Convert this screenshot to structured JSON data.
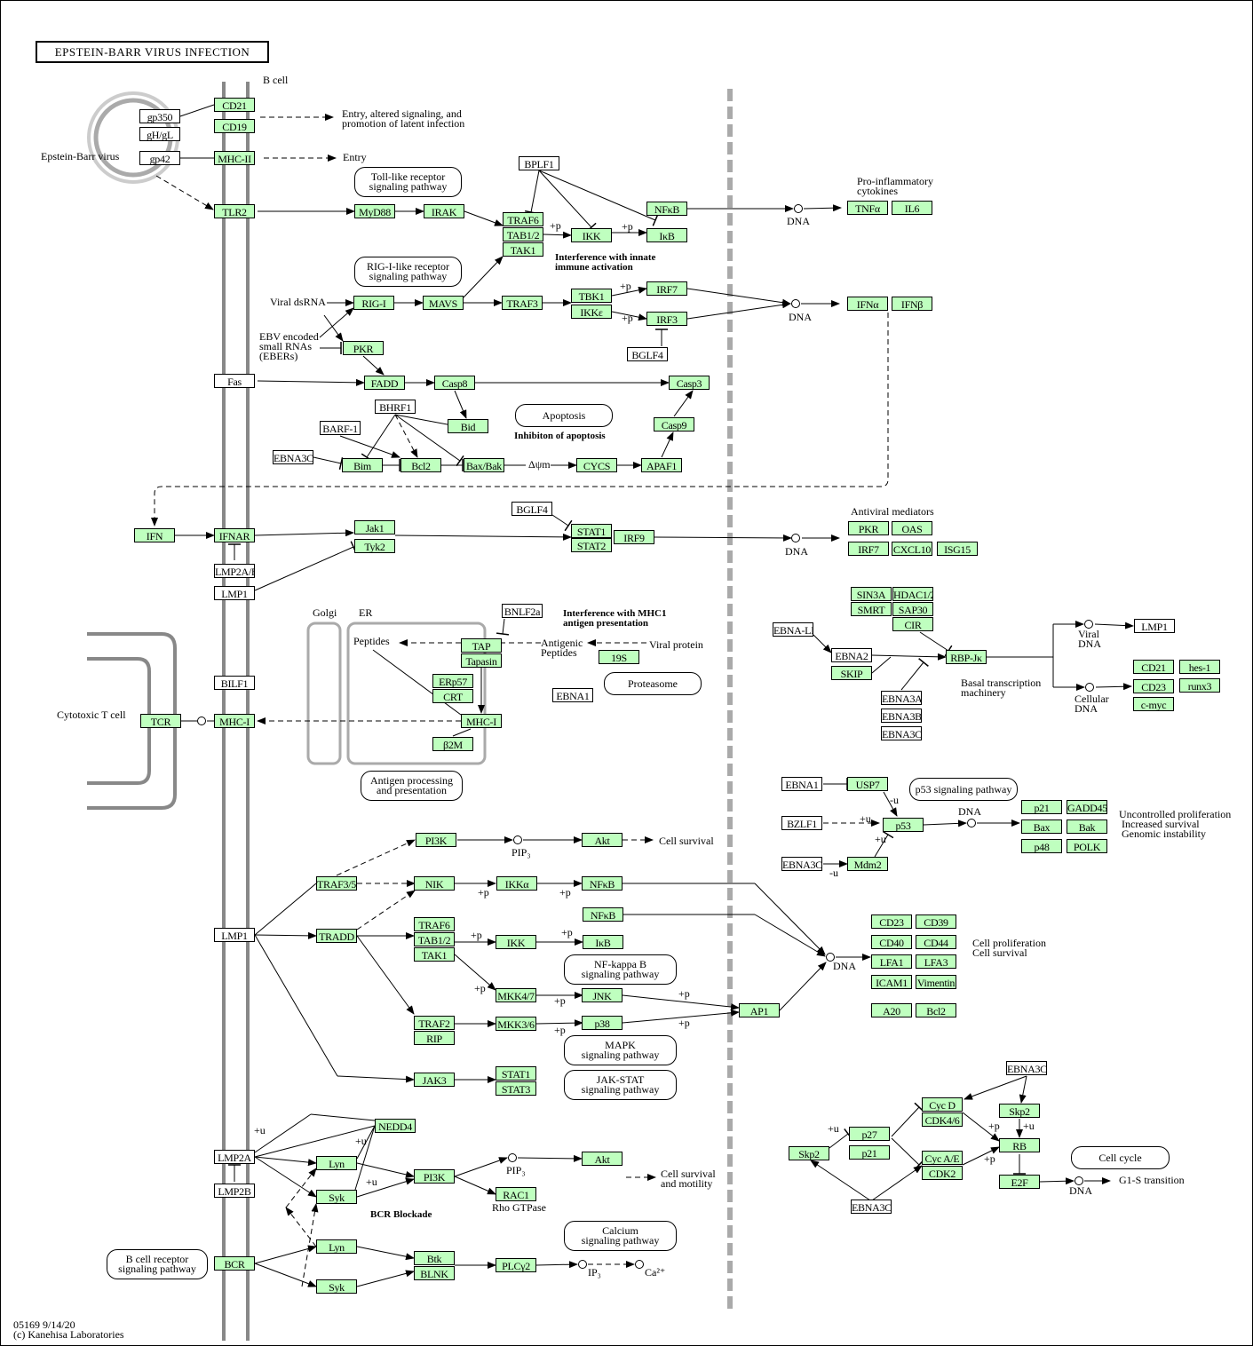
{
  "title": "EPSTEIN-BARR VIRUS INFECTION",
  "colors": {
    "gene_fill": "#bfffbf",
    "viral_fill": "#ffffff",
    "membrane": "#888888",
    "divider": "#aaaaaa"
  },
  "nodes": [
    {
      "label": "gp350",
      "kind": "viral"
    },
    {
      "label": "gH/gL",
      "kind": "viral"
    },
    {
      "label": "gp42",
      "kind": "viral"
    },
    {
      "label": "CD21",
      "kind": "gene"
    },
    {
      "label": "CD19",
      "kind": "gene"
    },
    {
      "label": "MHC-II",
      "kind": "gene"
    },
    {
      "label": "TLR2",
      "kind": "gene"
    },
    {
      "label": "MyD88",
      "kind": "gene"
    },
    {
      "label": "IRAK",
      "kind": "gene"
    },
    {
      "label": "TRAF6",
      "kind": "gene"
    },
    {
      "label": "TAB1/2",
      "kind": "gene"
    },
    {
      "label": "TAK1",
      "kind": "gene"
    },
    {
      "label": "BPLF1",
      "kind": "viral"
    },
    {
      "label": "IKK",
      "kind": "gene"
    },
    {
      "label": "NFκB",
      "kind": "gene"
    },
    {
      "label": "IκB",
      "kind": "gene"
    },
    {
      "label": "TNFα",
      "kind": "gene"
    },
    {
      "label": "IL6",
      "kind": "gene"
    },
    {
      "label": "RIG-I",
      "kind": "gene"
    },
    {
      "label": "MAVS",
      "kind": "gene"
    },
    {
      "label": "TRAF3",
      "kind": "gene"
    },
    {
      "label": "TBK1",
      "kind": "gene"
    },
    {
      "label": "IKKε",
      "kind": "gene"
    },
    {
      "label": "IRF7",
      "kind": "gene"
    },
    {
      "label": "IRF3",
      "kind": "gene"
    },
    {
      "label": "BGLF4",
      "kind": "viral"
    },
    {
      "label": "IFNα",
      "kind": "gene"
    },
    {
      "label": "IFNβ",
      "kind": "gene"
    },
    {
      "label": "PKR",
      "kind": "gene"
    },
    {
      "label": "Fas",
      "kind": "viral"
    },
    {
      "label": "FADD",
      "kind": "gene"
    },
    {
      "label": "Casp8",
      "kind": "gene"
    },
    {
      "label": "Casp3",
      "kind": "gene"
    },
    {
      "label": "BHRF1",
      "kind": "viral"
    },
    {
      "label": "Bid",
      "kind": "gene"
    },
    {
      "label": "Casp9",
      "kind": "gene"
    },
    {
      "label": "BARF-1",
      "kind": "viral"
    },
    {
      "label": "EBNA3C",
      "kind": "viral"
    },
    {
      "label": "Bim",
      "kind": "gene"
    },
    {
      "label": "Bcl2",
      "kind": "gene"
    },
    {
      "label": "Bax/Bak",
      "kind": "gene"
    },
    {
      "label": "CYCS",
      "kind": "gene"
    },
    {
      "label": "APAF1",
      "kind": "gene"
    },
    {
      "label": "IFN",
      "kind": "gene"
    },
    {
      "label": "IFNAR",
      "kind": "gene"
    },
    {
      "label": "Jak1",
      "kind": "gene"
    },
    {
      "label": "Tyk2",
      "kind": "gene"
    },
    {
      "label": "BGLF4",
      "kind": "viral"
    },
    {
      "label": "STAT1",
      "kind": "gene"
    },
    {
      "label": "STAT2",
      "kind": "gene"
    },
    {
      "label": "IRF9",
      "kind": "gene"
    },
    {
      "label": "PKR",
      "kind": "gene"
    },
    {
      "label": "OAS",
      "kind": "gene"
    },
    {
      "label": "IRF7",
      "kind": "gene"
    },
    {
      "label": "CXCL10",
      "kind": "gene"
    },
    {
      "label": "ISG15",
      "kind": "gene"
    },
    {
      "label": "LMP2A/B",
      "kind": "viral"
    },
    {
      "label": "LMP1",
      "kind": "viral"
    },
    {
      "label": "BNLF2a",
      "kind": "viral"
    },
    {
      "label": "TAP",
      "kind": "gene"
    },
    {
      "label": "Tapasin",
      "kind": "gene"
    },
    {
      "label": "ERp57",
      "kind": "gene"
    },
    {
      "label": "CRT",
      "kind": "gene"
    },
    {
      "label": "19S",
      "kind": "gene"
    },
    {
      "label": "EBNA1",
      "kind": "viral"
    },
    {
      "label": "BILF1",
      "kind": "viral"
    },
    {
      "label": "TCR",
      "kind": "gene"
    },
    {
      "label": "MHC-I",
      "kind": "gene"
    },
    {
      "label": "MHC-I",
      "kind": "gene"
    },
    {
      "label": "β2M",
      "kind": "gene"
    },
    {
      "label": "SIN3A",
      "kind": "gene"
    },
    {
      "label": "HDAC1/2",
      "kind": "gene"
    },
    {
      "label": "SMRT",
      "kind": "gene"
    },
    {
      "label": "SAP30",
      "kind": "gene"
    },
    {
      "label": "CIR",
      "kind": "gene"
    },
    {
      "label": "EBNA-LP",
      "kind": "viral"
    },
    {
      "label": "EBNA2",
      "kind": "viral"
    },
    {
      "label": "SKIP",
      "kind": "gene"
    },
    {
      "label": "RBP-Jκ",
      "kind": "gene"
    },
    {
      "label": "EBNA3A",
      "kind": "viral"
    },
    {
      "label": "EBNA3B",
      "kind": "viral"
    },
    {
      "label": "EBNA3C",
      "kind": "viral"
    },
    {
      "label": "LMP1",
      "kind": "viral"
    },
    {
      "label": "CD21",
      "kind": "gene"
    },
    {
      "label": "hes-1",
      "kind": "gene"
    },
    {
      "label": "CD23",
      "kind": "gene"
    },
    {
      "label": "runx3",
      "kind": "gene"
    },
    {
      "label": "c-myc",
      "kind": "gene"
    },
    {
      "label": "EBNA1",
      "kind": "viral"
    },
    {
      "label": "USP7",
      "kind": "gene"
    },
    {
      "label": "BZLF1",
      "kind": "viral"
    },
    {
      "label": "p53",
      "kind": "gene"
    },
    {
      "label": "EBNA3C",
      "kind": "viral"
    },
    {
      "label": "Mdm2",
      "kind": "gene"
    },
    {
      "label": "p21",
      "kind": "gene"
    },
    {
      "label": "GADD45",
      "kind": "gene"
    },
    {
      "label": "Bax",
      "kind": "gene"
    },
    {
      "label": "Bak",
      "kind": "gene"
    },
    {
      "label": "p48",
      "kind": "gene"
    },
    {
      "label": "POLK",
      "kind": "gene"
    },
    {
      "label": "PI3K",
      "kind": "gene"
    },
    {
      "label": "Akt",
      "kind": "gene"
    },
    {
      "label": "TRAF3/5",
      "kind": "gene"
    },
    {
      "label": "NIK",
      "kind": "gene"
    },
    {
      "label": "IKKα",
      "kind": "gene"
    },
    {
      "label": "NFκB",
      "kind": "gene"
    },
    {
      "label": "NFκB",
      "kind": "gene"
    },
    {
      "label": "IκB",
      "kind": "gene"
    },
    {
      "label": "LMP1",
      "kind": "viral"
    },
    {
      "label": "TRADD",
      "kind": "gene"
    },
    {
      "label": "TRAF6",
      "kind": "gene"
    },
    {
      "label": "TAB1/2",
      "kind": "gene"
    },
    {
      "label": "TAK1",
      "kind": "gene"
    },
    {
      "label": "IKK",
      "kind": "gene"
    },
    {
      "label": "MKK4/7",
      "kind": "gene"
    },
    {
      "label": "JNK",
      "kind": "gene"
    },
    {
      "label": "AP1",
      "kind": "gene"
    },
    {
      "label": "TRAF2",
      "kind": "gene"
    },
    {
      "label": "RIP",
      "kind": "gene"
    },
    {
      "label": "MKK3/6",
      "kind": "gene"
    },
    {
      "label": "p38",
      "kind": "gene"
    },
    {
      "label": "JAK3",
      "kind": "gene"
    },
    {
      "label": "STAT1",
      "kind": "gene"
    },
    {
      "label": "STAT3",
      "kind": "gene"
    },
    {
      "label": "CD23",
      "kind": "gene"
    },
    {
      "label": "CD39",
      "kind": "gene"
    },
    {
      "label": "CD40",
      "kind": "gene"
    },
    {
      "label": "CD44",
      "kind": "gene"
    },
    {
      "label": "LFA1",
      "kind": "gene"
    },
    {
      "label": "LFA3",
      "kind": "gene"
    },
    {
      "label": "ICAM1",
      "kind": "gene"
    },
    {
      "label": "Vimentin",
      "kind": "gene"
    },
    {
      "label": "A20",
      "kind": "gene"
    },
    {
      "label": "Bcl2",
      "kind": "gene"
    },
    {
      "label": "NEDD4",
      "kind": "gene"
    },
    {
      "label": "LMP2A",
      "kind": "viral"
    },
    {
      "label": "LMP2B",
      "kind": "viral"
    },
    {
      "label": "Lyn",
      "kind": "gene"
    },
    {
      "label": "Syk",
      "kind": "gene"
    },
    {
      "label": "PI3K",
      "kind": "gene"
    },
    {
      "label": "Akt",
      "kind": "gene"
    },
    {
      "label": "RAC1",
      "kind": "gene"
    },
    {
      "label": "BCR",
      "kind": "gene"
    },
    {
      "label": "Lyn",
      "kind": "gene"
    },
    {
      "label": "Syk",
      "kind": "gene"
    },
    {
      "label": "Btk",
      "kind": "gene"
    },
    {
      "label": "BLNK",
      "kind": "gene"
    },
    {
      "label": "PLCγ2",
      "kind": "gene"
    },
    {
      "label": "EBNA3C",
      "kind": "viral"
    },
    {
      "label": "Cyc D",
      "kind": "gene"
    },
    {
      "label": "CDK4/6",
      "kind": "gene"
    },
    {
      "label": "Skp2",
      "kind": "gene"
    },
    {
      "label": "p27",
      "kind": "gene"
    },
    {
      "label": "p21",
      "kind": "gene"
    },
    {
      "label": "Skp2",
      "kind": "gene"
    },
    {
      "label": "Cyc A/E",
      "kind": "gene"
    },
    {
      "label": "CDK2",
      "kind": "gene"
    },
    {
      "label": "RB",
      "kind": "gene"
    },
    {
      "label": "E2F",
      "kind": "gene"
    },
    {
      "label": "EBNA3C",
      "kind": "viral"
    }
  ],
  "maps": [
    "Toll-like receptor\nsignaling pathway",
    "RIG-I-like receptor\nsignaling pathway",
    "Apoptosis",
    "Proteasome",
    "Antigen processing\nand presentation",
    "p53 signaling pathway",
    "NF-kappa B\nsignaling pathway",
    "MAPK\nsignaling pathway",
    "JAK-STAT\nsignaling pathway",
    "Calcium\nsignaling pathway",
    "B cell receptor\nsignaling pathway",
    "Cell cycle"
  ],
  "labels": [
    {
      "text": "B cell"
    },
    {
      "text": "Entry, altered signaling, and\npromotion of latent infection"
    },
    {
      "text": "Entry"
    },
    {
      "text": "Epstein-Barr virus"
    },
    {
      "text": "DNA"
    },
    {
      "text": "Pro-inflammatory\ncytokines"
    },
    {
      "text": "Interference with innate\nimmune activation",
      "bold": true
    },
    {
      "text": "Viral dsRNA"
    },
    {
      "text": "EBV encoded\nsmall RNAs\n(EBERs)"
    },
    {
      "text": "DNA"
    },
    {
      "text": "Inhibiton of apoptosis",
      "bold": true
    },
    {
      "text": "Δψm"
    },
    {
      "text": "Antiviral mediators"
    },
    {
      "text": "DNA"
    },
    {
      "text": "Golgi"
    },
    {
      "text": "ER"
    },
    {
      "text": "Peptides"
    },
    {
      "text": "Interference with MHC1\nantigen presentation",
      "bold": true
    },
    {
      "text": "Antigenic\nPeptides"
    },
    {
      "text": "Viral protein"
    },
    {
      "text": "Cytotoxic T cell"
    },
    {
      "text": "Viral\nDNA"
    },
    {
      "text": "Basal transcription\nmachinery"
    },
    {
      "text": "Cellular\nDNA"
    },
    {
      "text": "-u"
    },
    {
      "text": "+u"
    },
    {
      "text": "+u"
    },
    {
      "text": "-u"
    },
    {
      "text": "DNA"
    },
    {
      "text": "Uncontrolled proliferation\n Increased survival\n Genomic instability"
    },
    {
      "text": "PIP₃"
    },
    {
      "text": "Cell survival"
    },
    {
      "text": "+p"
    },
    {
      "text": "+p"
    },
    {
      "text": "+p"
    },
    {
      "text": "+p"
    },
    {
      "text": "+p"
    },
    {
      "text": "+p"
    },
    {
      "text": "+p"
    },
    {
      "text": "+p"
    },
    {
      "text": "+p"
    },
    {
      "text": "Cell proliferation\nCell survival"
    },
    {
      "text": "DNA"
    },
    {
      "text": "+u"
    },
    {
      "text": "+u"
    },
    {
      "text": "+u"
    },
    {
      "text": "PIP₃"
    },
    {
      "text": "Rho GTPase"
    },
    {
      "text": "Cell survival\nand motility"
    },
    {
      "text": "BCR Blockade",
      "bold": true
    },
    {
      "text": "IP₃"
    },
    {
      "text": "Ca²⁺"
    },
    {
      "text": "+u"
    },
    {
      "text": "+p"
    },
    {
      "text": "+u"
    },
    {
      "text": "+p"
    },
    {
      "text": "DNA"
    },
    {
      "text": "G1-S transition"
    },
    {
      "text": "05169 9/14/20\n(c) Kanehisa Laboratories"
    },
    {
      "text": "+p"
    },
    {
      "text": "+p"
    },
    {
      "text": "+p"
    },
    {
      "text": "+p"
    }
  ]
}
